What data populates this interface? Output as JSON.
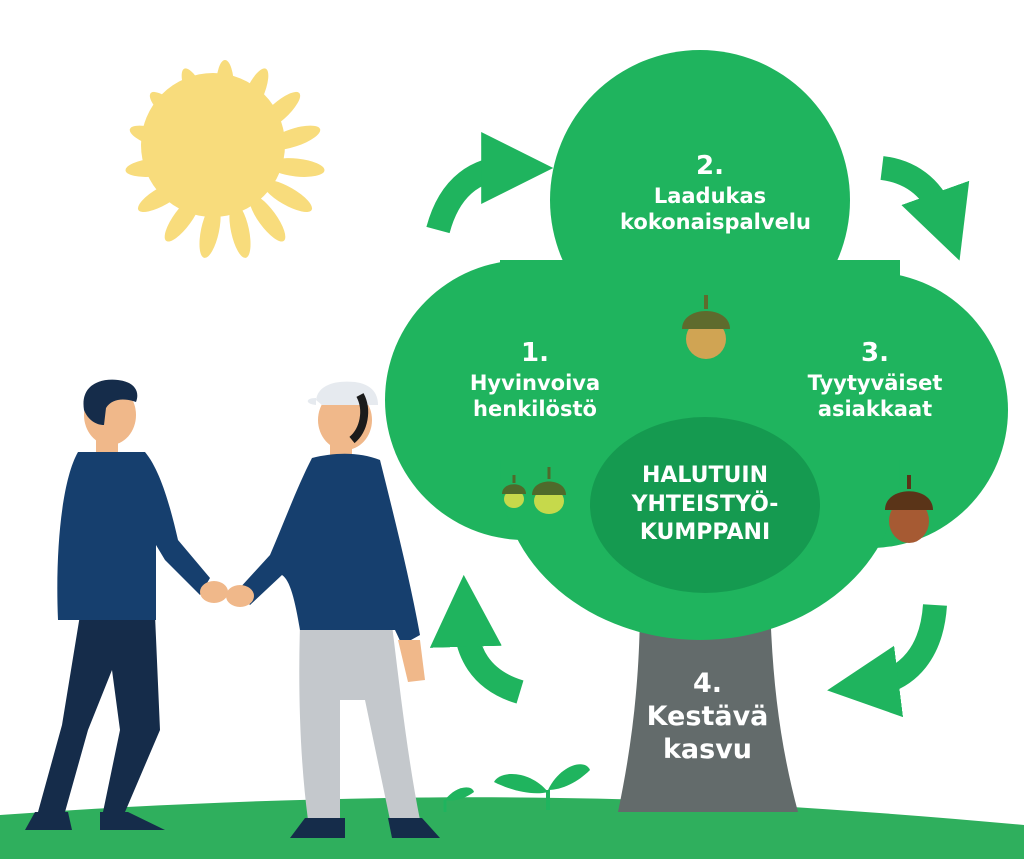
{
  "stage1": {
    "number": "1.",
    "line1": "Hyvinvoiva",
    "line2": "henkilöstö"
  },
  "stage2": {
    "number": "2.",
    "line1": "Laadukas",
    "line2": "kokonaispalvelu"
  },
  "stage3": {
    "number": "3.",
    "line1": "Tyytyväiset",
    "line2": "asiakkaat"
  },
  "stage4": {
    "number": "4.",
    "line1": "Kestävä",
    "line2": "kasvu"
  },
  "core": {
    "line1": "HALUTUIN",
    "line2": "YHTEISTYÖ-",
    "line3": "KUMPPANI"
  },
  "colors": {
    "canopy": "#1fb45e",
    "core": "#159a50",
    "arrow": "#1fb45e",
    "trunk": "#636b6b",
    "ground": "#2faf5d",
    "sun": "#f8dc7c",
    "jacket": "#163f6e",
    "pants_dark": "#152c4a",
    "pants_light": "#c4c8cc",
    "skin": "#f0b88a"
  }
}
